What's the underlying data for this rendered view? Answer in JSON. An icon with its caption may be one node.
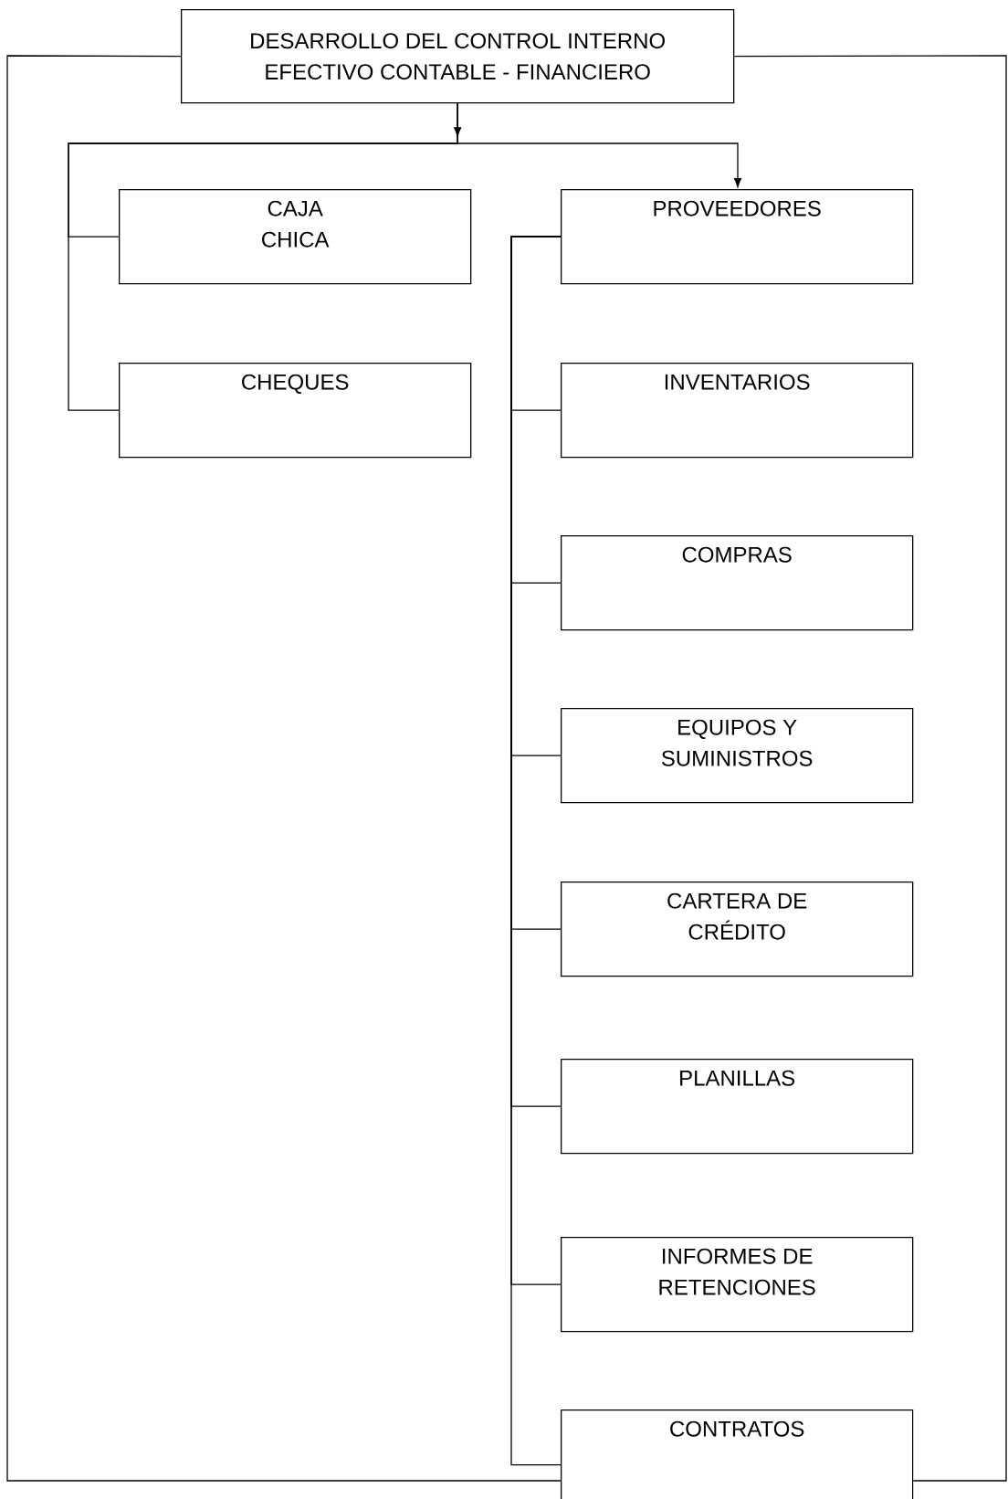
{
  "diagram": {
    "nodes": [
      {
        "text": [
          "DESARROLLO DEL CONTROL INTERNO EFECTIVO CONTABLE - FINANCIERO"
        ]
      },
      {
        "text": [
          "CAJA CHICA"
        ]
      },
      {
        "text": [
          "CHEQUES"
        ]
      },
      {
        "text": [
          "PROVEEDORES"
        ]
      },
      {
        "text": [
          "INVENTARIOS"
        ]
      },
      {
        "text": [
          "COMPRAS"
        ]
      },
      {
        "text": [
          "EQUIPOS Y SUMINISTROS"
        ]
      },
      {
        "text": [
          "CARTERA DE CRÉDITO"
        ]
      },
      {
        "text": [
          "PLANILLAS"
        ]
      },
      {
        "text": [
          "INFORMES DE RETENCIONES"
        ]
      },
      {
        "text": [
          "CONTRATOS"
        ]
      }
    ],
    "edges": [
      {
        "from": 0,
        "to": 1,
        "arrow": "none"
      },
      {
        "from": 0,
        "to": 2,
        "arrow": "none"
      },
      {
        "from": 0,
        "to": 3,
        "arrow": "to"
      },
      {
        "from": 3,
        "to": 4,
        "arrow": "none"
      },
      {
        "from": 3,
        "to": 5,
        "arrow": "none"
      },
      {
        "from": 3,
        "to": 6,
        "arrow": "none"
      },
      {
        "from": 3,
        "to": 7,
        "arrow": "none"
      },
      {
        "from": 3,
        "to": 8,
        "arrow": "none"
      },
      {
        "from": 3,
        "to": 9,
        "arrow": "none"
      },
      {
        "from": 3,
        "to": 10,
        "arrow": "none"
      },
      {
        "from": 0,
        "to": 10,
        "arrow": "none"
      },
      {
        "from": 0,
        "to": 10,
        "arrow": "none"
      }
    ]
  }
}
